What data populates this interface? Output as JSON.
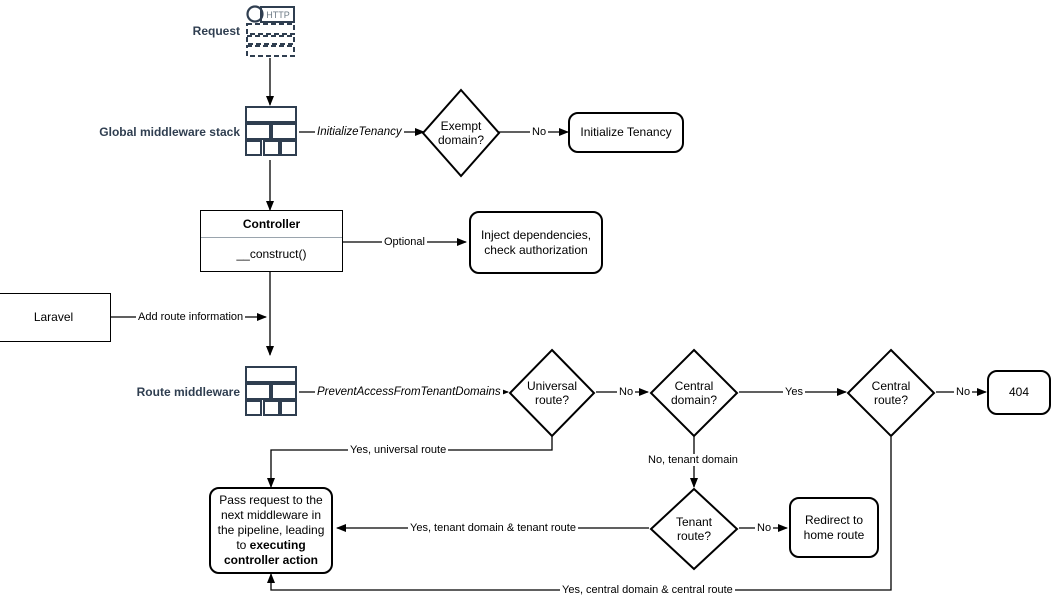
{
  "diagram": {
    "title": "Laravel multi-tenancy request lifecycle flowchart",
    "labels": {
      "request": "Request",
      "global_middleware_stack": "Global middleware stack",
      "route_middleware": "Route middleware"
    },
    "icons": {
      "http_icon_text": "HTTP",
      "http_icon_name": "http-request-icon",
      "stack_icon_name": "middleware-stack-icon"
    },
    "nodes": {
      "initialize_tenancy": "Initialize Tenancy",
      "controller_title": "Controller",
      "controller_method": "__construct()",
      "inject_dependencies": "Inject dependencies,\ncheck authorization",
      "laravel": "Laravel",
      "not_found": "404",
      "redirect_home": "Redirect to\nhome route",
      "pass_request_line1": "Pass request to the",
      "pass_request_line2": "next middleware in",
      "pass_request_line3": "the pipeline, leading",
      "pass_request_line4_prefix": "to ",
      "pass_request_bold1": "executing",
      "pass_request_bold2": "controller action"
    },
    "decisions": {
      "exempt_domain": "Exempt\ndomain?",
      "universal_route": "Universal\nroute?",
      "central_domain": "Central\ndomain?",
      "central_route": "Central\nroute?",
      "tenant_route": "Tenant\nroute?"
    },
    "edge_labels": {
      "initialize_tenancy_mw": "InitializeTenancy",
      "exempt_no": "No",
      "optional": "Optional",
      "add_route_information": "Add route information",
      "prevent_access": "PreventAccessFromTenantDomains",
      "universal_no": "No",
      "central_domain_yes": "Yes",
      "central_route_no": "No",
      "tenant_route_no": "No",
      "yes_universal_route": "Yes, universal route",
      "no_tenant_domain": "No, tenant domain",
      "yes_tenant_domain_tenant_route": "Yes, tenant domain & tenant route",
      "yes_central_domain_central_route": "Yes, central domain & central route"
    },
    "colors": {
      "stroke": "#000000",
      "icon_navy": "#2f3e50",
      "label_navy": "#2f3e50",
      "classbox_divider": "#9aa4ad",
      "background": "#ffffff"
    }
  }
}
